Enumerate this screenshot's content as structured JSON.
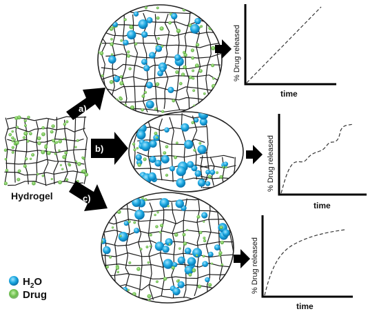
{
  "hydrogel": {
    "label": "Hydrogel"
  },
  "pathways": [
    {
      "id": "a",
      "label": "a)",
      "y_axis": "% Drug released",
      "x_axis": "time",
      "profile": "linear"
    },
    {
      "id": "b",
      "label": "b)",
      "y_axis": "% Drug released",
      "x_axis": "time",
      "profile": "stepwise"
    },
    {
      "id": "c",
      "label": "c)",
      "y_axis": "% Drug released",
      "x_axis": "time",
      "profile": "saturating"
    }
  ],
  "legend": {
    "items": [
      {
        "name": "water",
        "text": "H",
        "sub": "2",
        "tail": "O",
        "color": "#1aa7e0"
      },
      {
        "name": "drug",
        "text": "Drug",
        "sub": "",
        "tail": "",
        "color": "#6cc04a"
      }
    ]
  },
  "colors": {
    "water": "#1aa7e0",
    "drug": "#6cc04a",
    "network": "#1a1a1a",
    "arrow": "#000000"
  }
}
